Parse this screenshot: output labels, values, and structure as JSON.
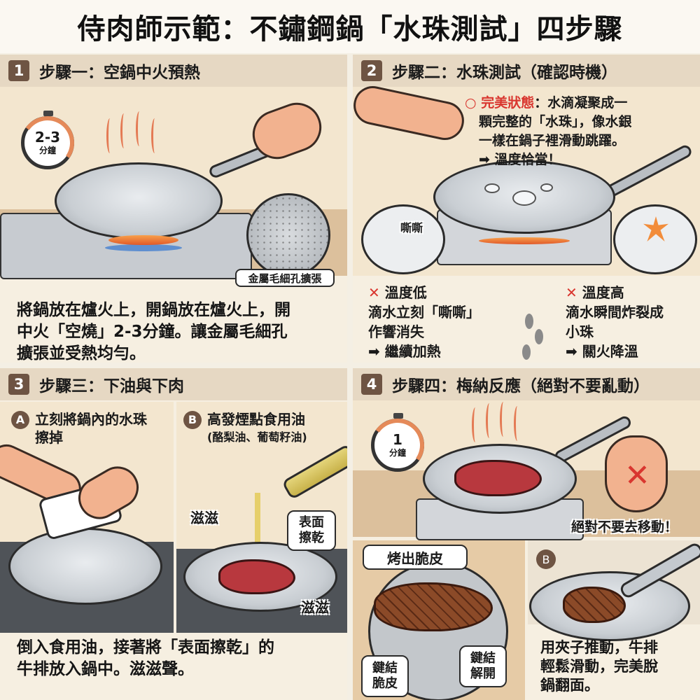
{
  "title": "侍肉師示範：不鏽鋼鍋「水珠測試」四步驟",
  "colors": {
    "header_band": "#e6d8c3",
    "badge": "#6e5443",
    "panel_bg": "#f6efe1",
    "accent_red": "#d9362f",
    "steam_orange": "#e47a54"
  },
  "steps": [
    {
      "number": "1",
      "title": "步驟一：空鍋中火預熱",
      "timer": {
        "value": "2-3",
        "unit": "分鐘"
      },
      "zoom_label": "金屬毛細孔擴張",
      "caption_lines": [
        "將鍋放在爐火上，開鍋放在爐火上，開",
        "中火「空燒」2-3分鐘。讓金屬毛細孔",
        "擴張並受熱均勻。"
      ]
    },
    {
      "number": "2",
      "title": "步驟二：水珠測試（確認時機）",
      "perfect": {
        "mark": "○",
        "label": "完美狀態",
        "text_lines": [
          "：水滴凝聚成一",
          "顆完整的「水珠」，像水銀",
          "一樣在鍋子裡滑動跳躍。",
          "➡ 溫度恰當！"
        ]
      },
      "sizzle_sound": "嘶嘶",
      "too_low": {
        "mark": "✕",
        "label": "溫度低",
        "lines": [
          "滴水立刻「嘶嘶」",
          "作響消失",
          "➡ 繼續加熱"
        ]
      },
      "too_high": {
        "mark": "✕",
        "label": "溫度高",
        "lines": [
          "滴水瞬間炸裂成",
          "小珠",
          "➡ 關火降溫"
        ]
      }
    },
    {
      "number": "3",
      "title": "步驟三：下油與下肉",
      "sub_a": {
        "badge": "A",
        "lines": [
          "立刻將鍋內的水珠",
          "擦掉"
        ]
      },
      "sub_b": {
        "badge": "B",
        "lines": [
          "高發煙點食用油",
          "(酪梨油、葡萄籽油)"
        ]
      },
      "sizzle_1": "滋滋",
      "sizzle_2": "滋滋",
      "bubble_lines": [
        "表面",
        "擦乾"
      ],
      "caption_lines": [
        "倒入食用油，接著將「表面擦乾」的",
        "牛排放入鍋中。滋滋聲。"
      ]
    },
    {
      "number": "4",
      "title": "步驟四：梅納反應（絕對不要亂動）",
      "timer": {
        "value": "1",
        "unit": "分鐘"
      },
      "warning": "絕對不要去移動！",
      "crust_bubble": "烤出脆皮",
      "bond_crust_lines": [
        "鍵結",
        "脆皮"
      ],
      "bond_release_lines": [
        "鍵結",
        "解開"
      ],
      "sub_b": {
        "badge": "B"
      },
      "caption_lines": [
        "用夾子推動，牛排",
        "輕鬆滑動，完美脫",
        "鍋翻面。"
      ]
    }
  ]
}
